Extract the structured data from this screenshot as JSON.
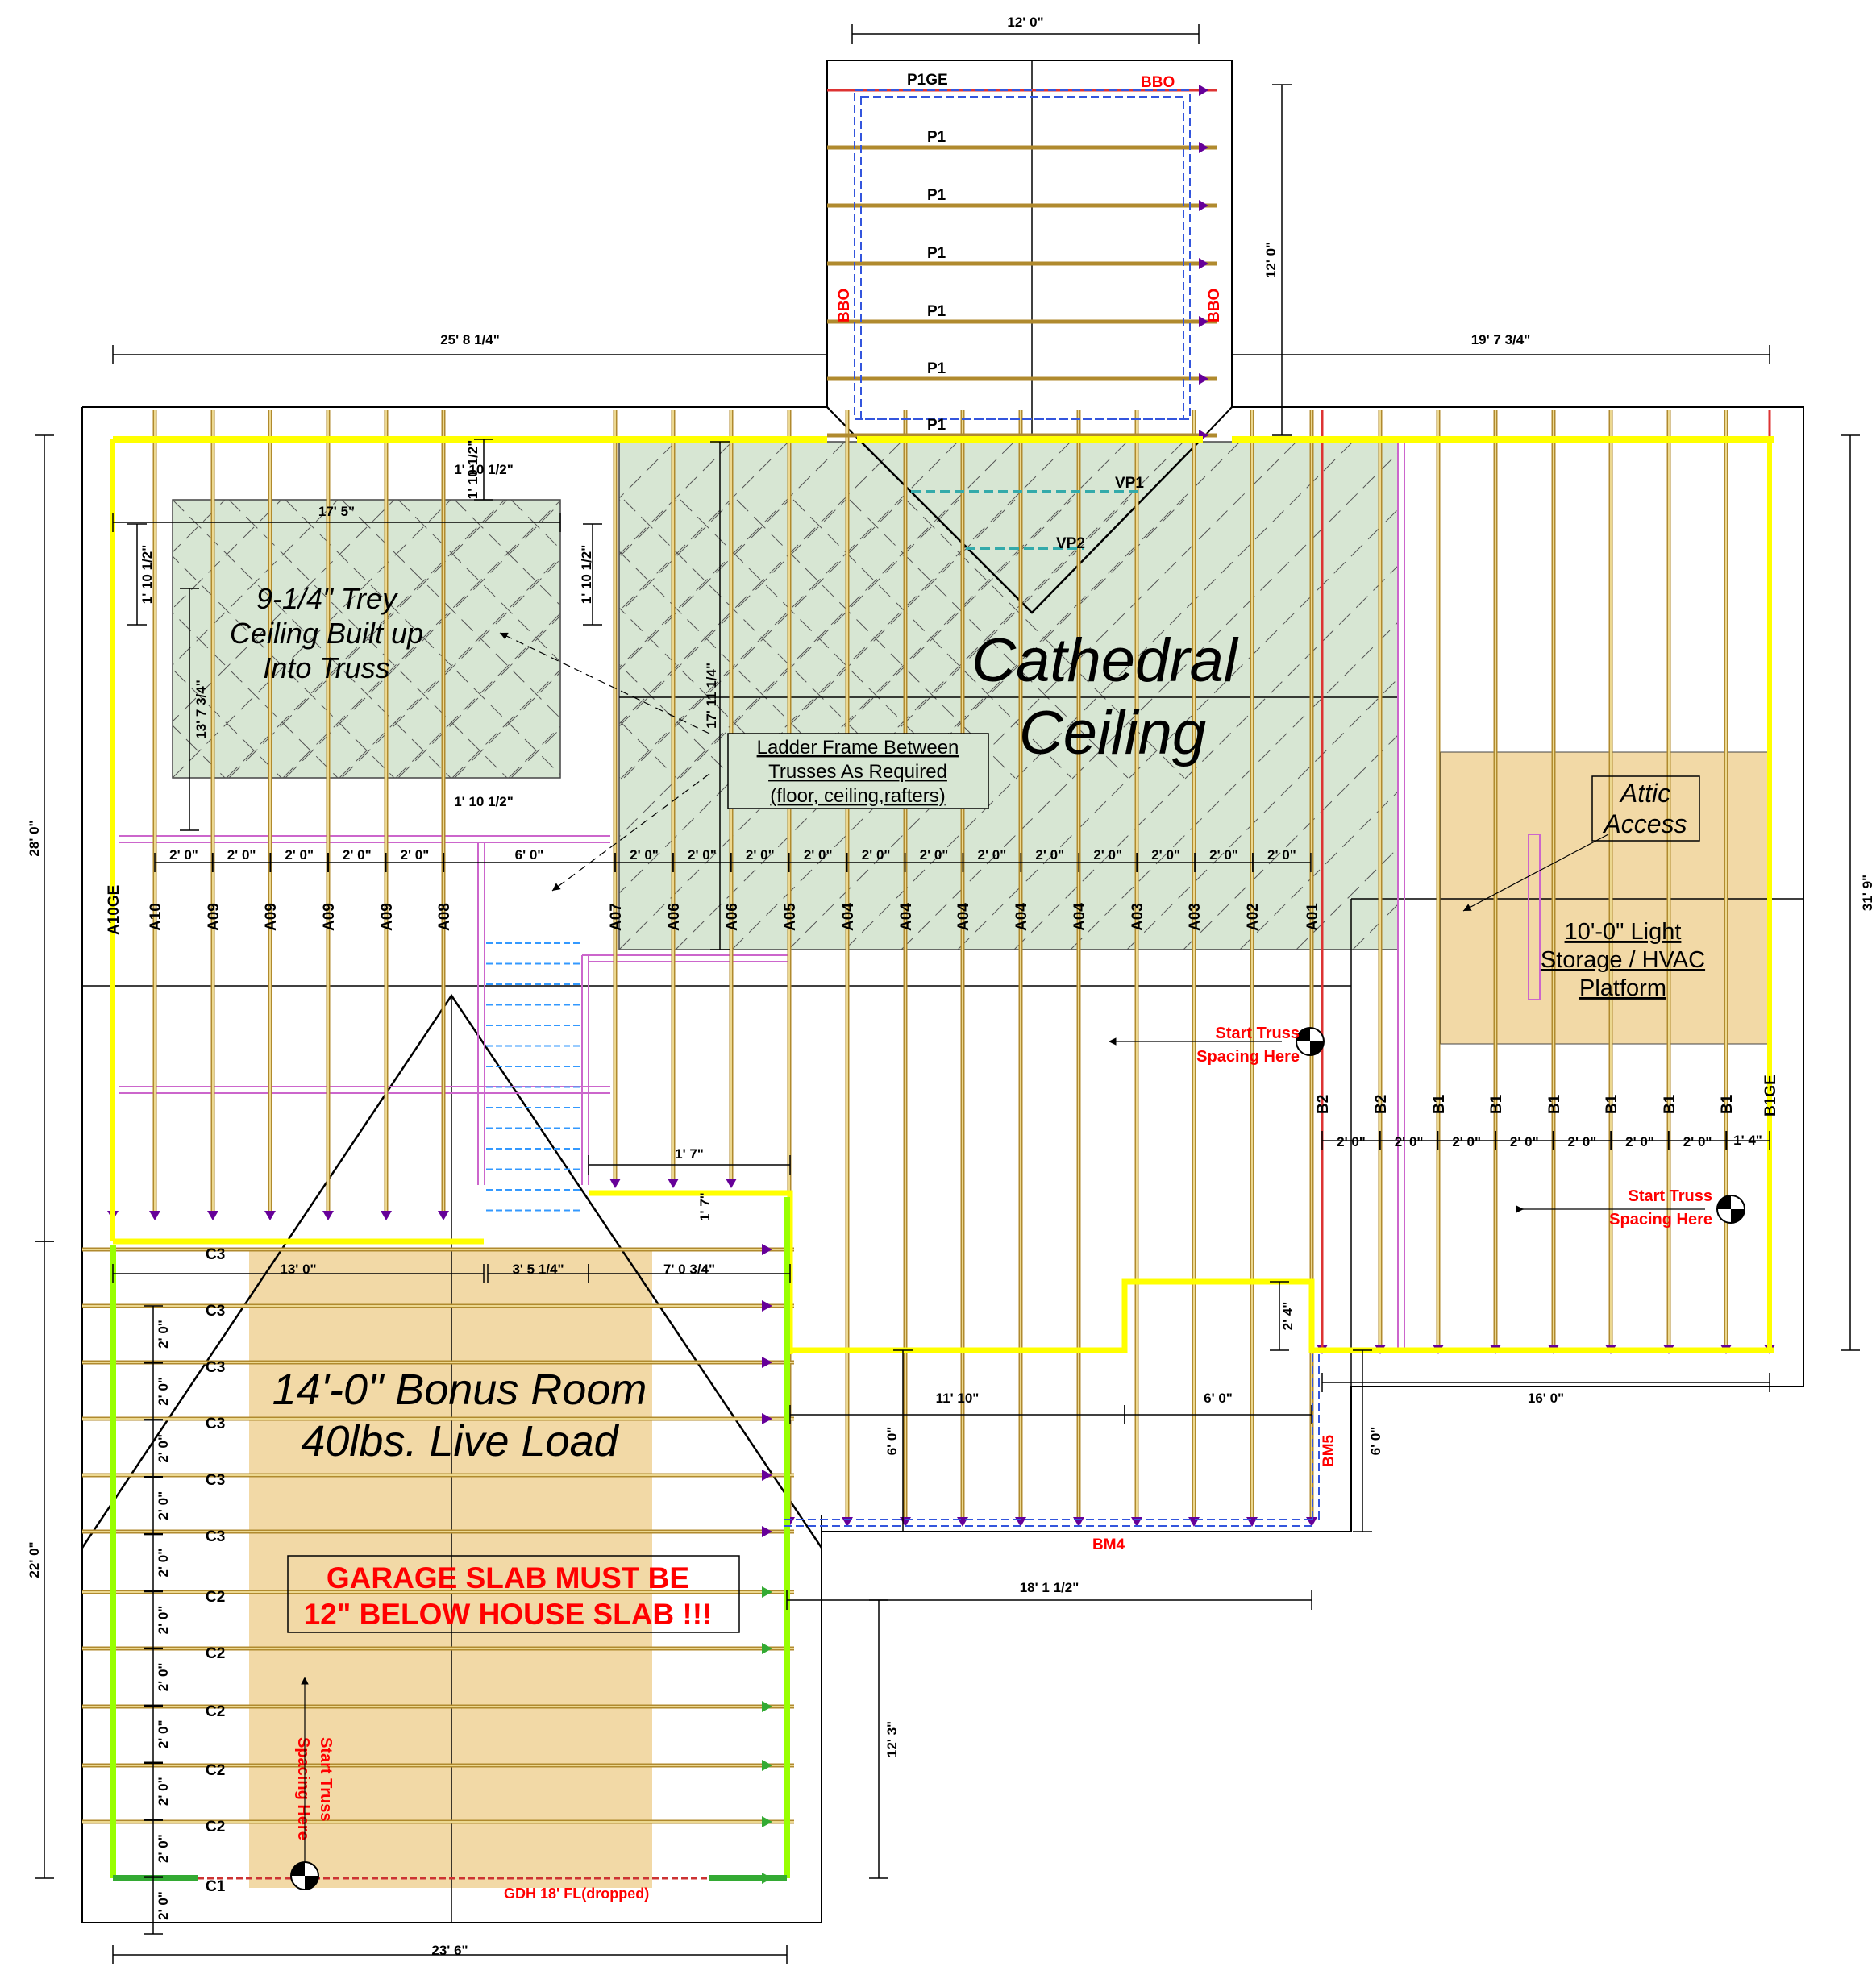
{
  "colors": {
    "truss": "#b08a2e",
    "girder_yellow": "#ffff00",
    "girder_green": "#99ff00",
    "cathedral_fill": "#d7e6d3",
    "storage_fill": "#f2d9a6",
    "bearing_line": "#cc66cc",
    "beam_blue": "#3355dd",
    "stairs_blue": "#3399ff",
    "warning_red": "#ff0000",
    "arrow_purple": "#660099"
  },
  "dimensions": {
    "porch_width": "12' 0\"",
    "porch_depth": "12' 0\"",
    "top_left": "25' 8 1/4\"",
    "top_right": "19' 7 3/4\"",
    "left_upper": "28' 0\"",
    "left_lower": "22' 0\"",
    "right_overall": "31' 9\"",
    "trey_width": "17' 5\"",
    "trey_depth": "13' 7 3/4\"",
    "trey_offset_top": "1' 10 1/2\"",
    "trey_offset_left": "1' 10 1/2\"",
    "trey_offset_right": "1' 10 1/2\"",
    "trey_offset_bottom": "1' 10 1/2\"",
    "cathedral_depth": "17' 11 1/4\"",
    "spacing_2": "2' 0\"",
    "stair_width": "6' 0\"",
    "stair_step": "1' 7\"",
    "bonus_13": "13' 0\"",
    "bonus_3": "3' 5 1/4\"",
    "bonus_7": "7' 0 3/4\"",
    "rear_11": "11' 10\"",
    "rear_6a": "6' 0\"",
    "rear_6b": "6' 0\"",
    "rear_6c": "6' 0\"",
    "step_24": "2' 4\"",
    "right_16": "16' 0\"",
    "right_14": "1' 4\"",
    "overall_18": "18' 1 1/2\"",
    "garage_12": "12' 3\"",
    "garage_width": "23' 6\""
  },
  "porch_trusses": [
    "P1GE",
    "P1",
    "P1",
    "P1",
    "P1",
    "P1",
    "P1"
  ],
  "bbo_label": "BBO",
  "a_trusses": [
    "A10GE",
    "A10",
    "A09",
    "A09",
    "A09",
    "A09",
    "A08",
    "A07",
    "A06",
    "A06",
    "A05",
    "A04",
    "A04",
    "A04",
    "A04",
    "A04",
    "A03",
    "A03",
    "A02",
    "A01"
  ],
  "b_trusses": [
    "B2",
    "B2",
    "B1",
    "B1",
    "B1",
    "B1",
    "B1",
    "B1",
    "B1GE"
  ],
  "c_trusses": [
    "C3",
    "C3",
    "C3",
    "C3",
    "C3",
    "C3",
    "C2",
    "C2",
    "C2",
    "C2",
    "C2",
    "C1"
  ],
  "valley": {
    "vp1": "VP1",
    "vp2": "VP2"
  },
  "beams": {
    "bm4": "BM4",
    "bm5": "BM5",
    "gdh": "GDH 18' FL(dropped)"
  },
  "labels": {
    "trey": [
      "9-1/4\" Trey",
      "Ceiling Built up",
      "Into Truss"
    ],
    "cathedral": [
      "Cathedral",
      "Ceiling"
    ],
    "ladder": [
      "Ladder Frame Between",
      "Trusses As Required",
      "(floor, ceiling,rafters)"
    ],
    "attic": [
      "Attic",
      "Access"
    ],
    "storage": [
      "10'-0\" Light",
      "Storage / HVAC",
      "Platform"
    ],
    "bonus": [
      "14'-0\" Bonus Room",
      "40lbs. Live Load"
    ],
    "garage_warning": [
      "GARAGE SLAB MUST BE",
      "12\" BELOW HOUSE SLAB !!!"
    ],
    "start_truss": [
      "Start Truss",
      "Spacing Here"
    ]
  }
}
